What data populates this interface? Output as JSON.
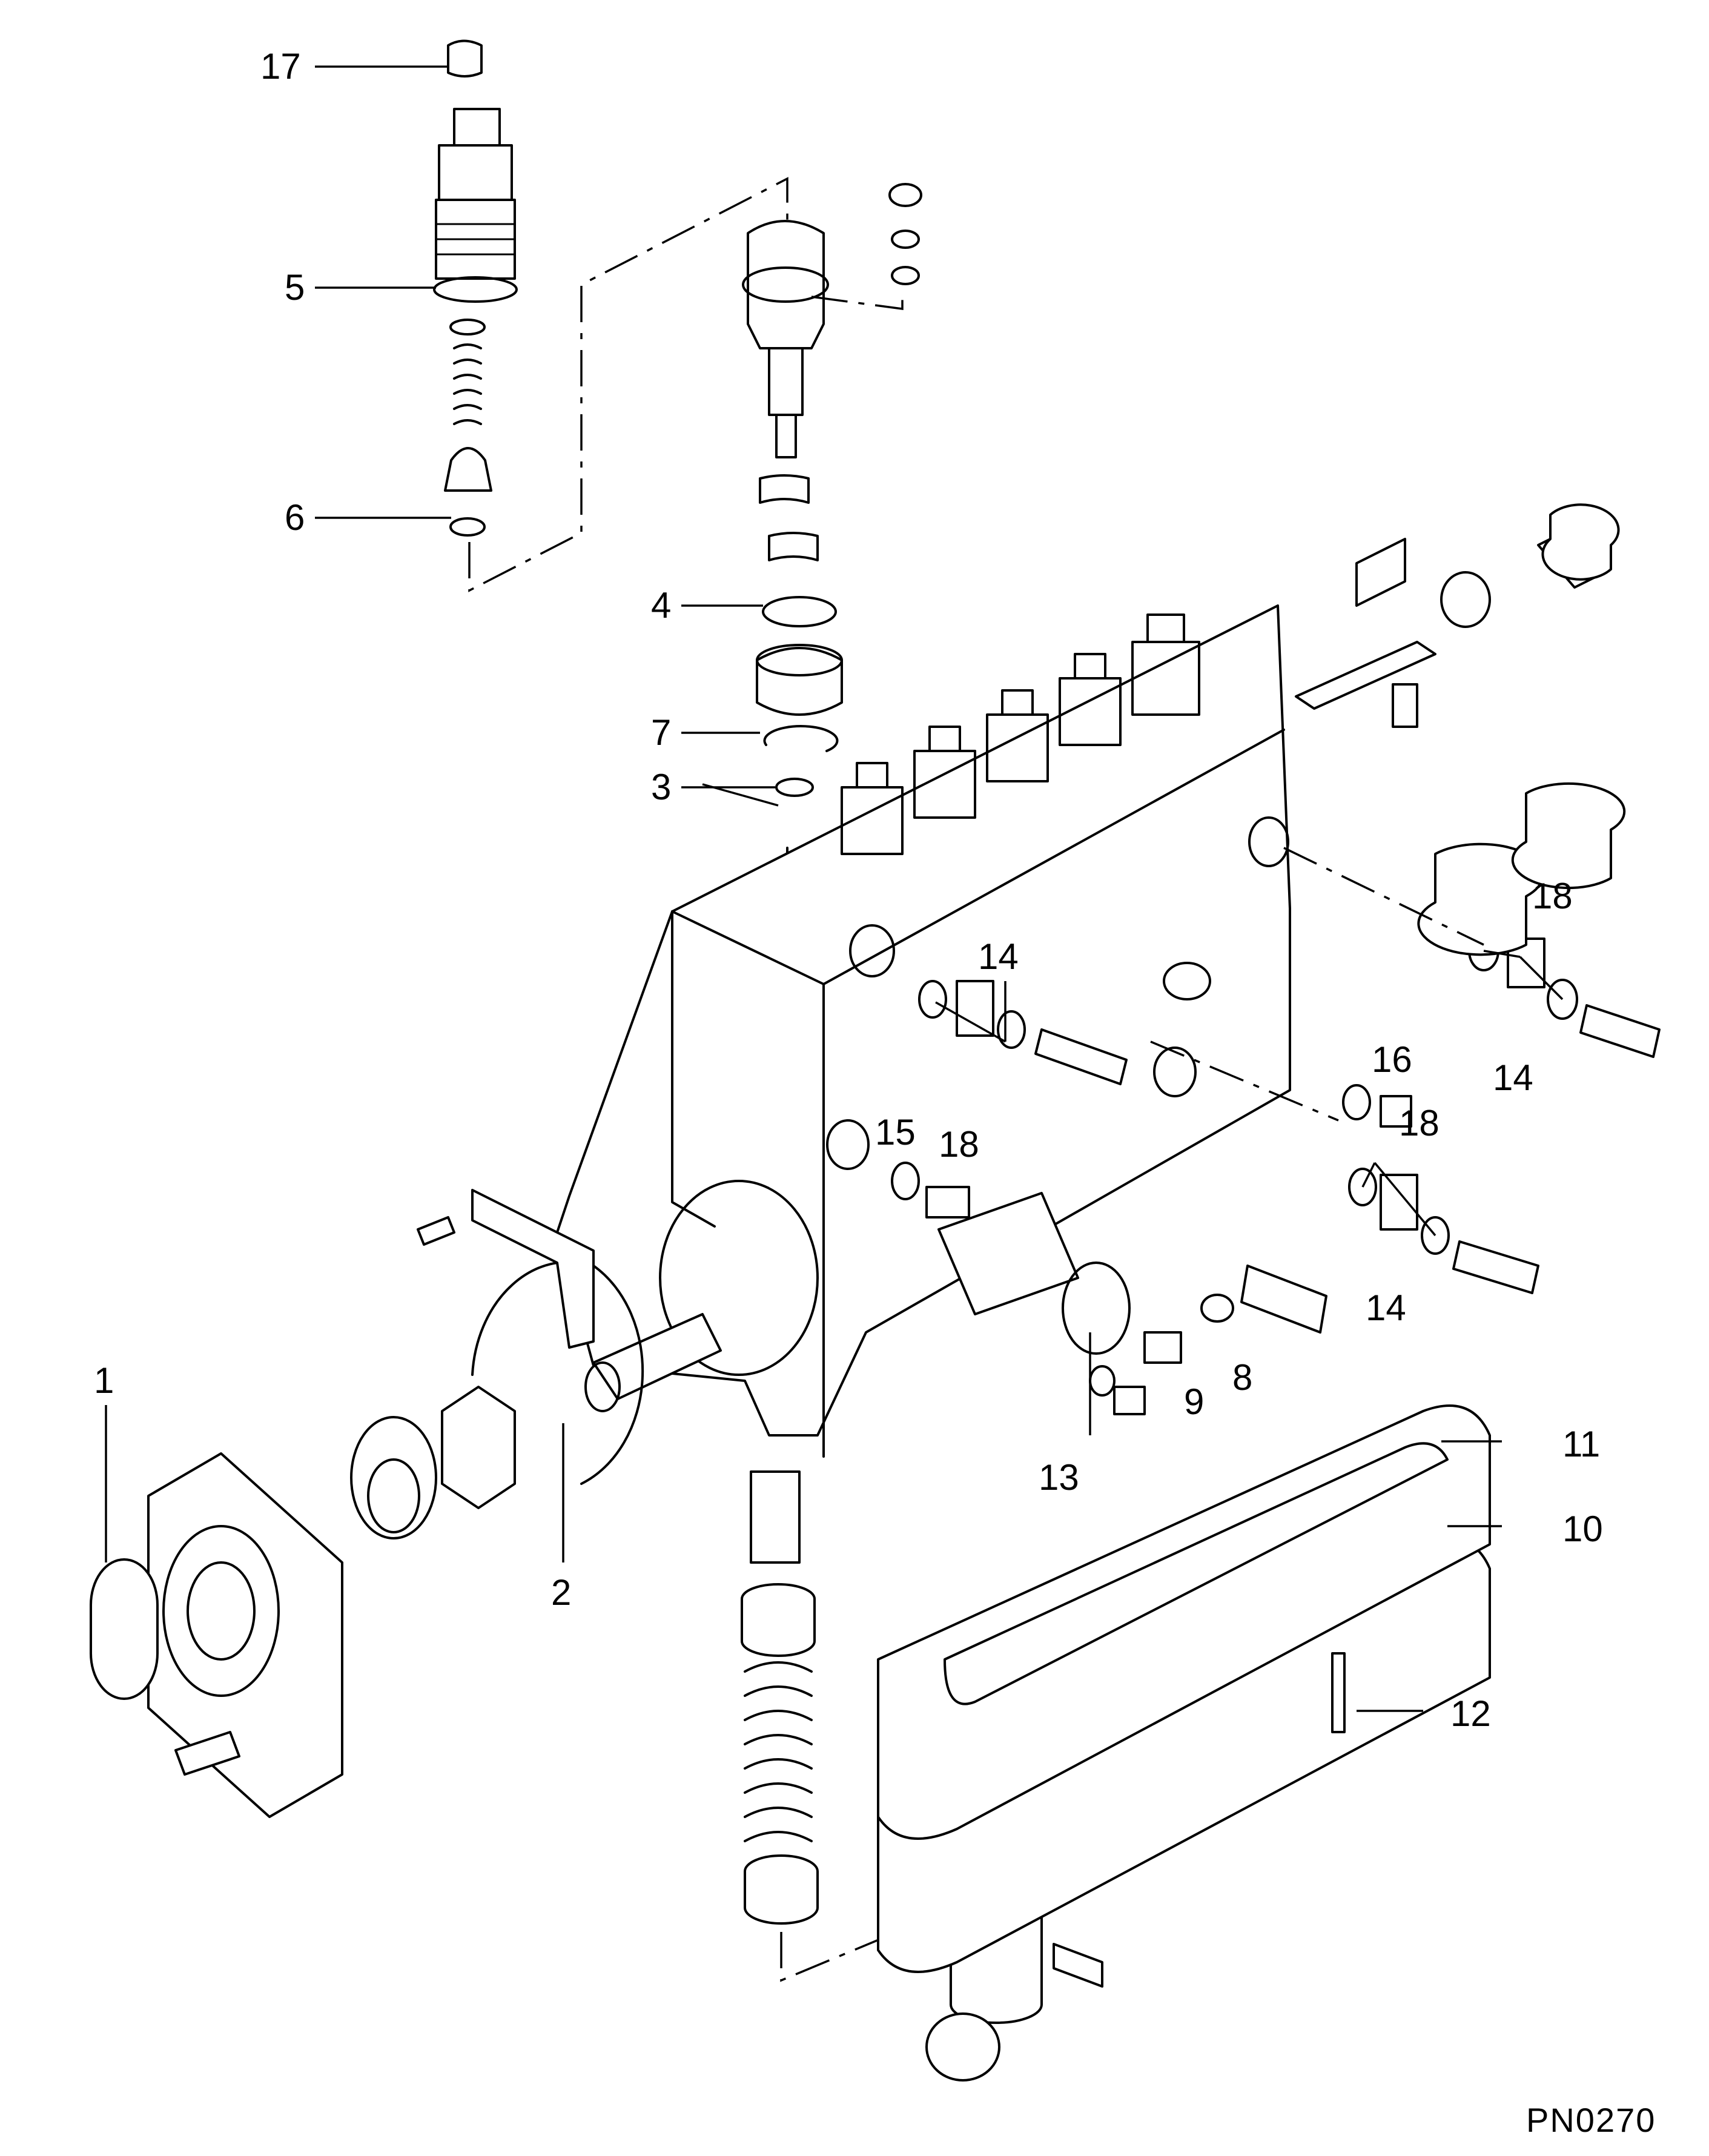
{
  "diagram": {
    "drawing_code": "PN0270",
    "part_callouts": [
      "1",
      "2",
      "3",
      "4",
      "5",
      "6",
      "7",
      "8",
      "9",
      "10",
      "11",
      "12",
      "13",
      "14",
      "15",
      "16",
      "17",
      "18"
    ]
  }
}
